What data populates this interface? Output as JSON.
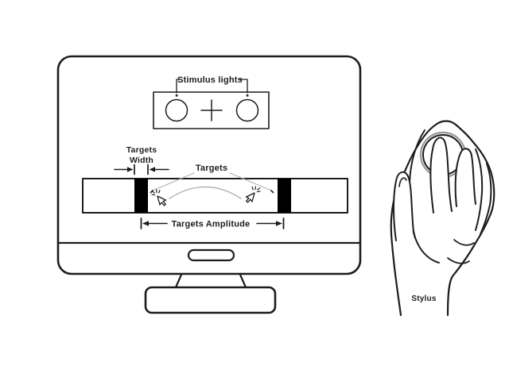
{
  "labels": {
    "stimulus_lights": "Stimulus lights",
    "targets_width_line1": "Targets",
    "targets_width_line2": "Width",
    "targets": "Targets",
    "targets_amplitude": "Targets Amplitude",
    "stylus": "Stylus"
  },
  "icons": {
    "fixation_cross_icon": "plus-cross",
    "cursor_click_left_icon": "mouse-pointer-with-click-sparks",
    "cursor_click_right_icon": "mouse-pointer-with-click-sparks",
    "stimulus_light_left_icon": "circle-light",
    "stimulus_light_right_icon": "circle-light",
    "stylus_puck_icon": "circular-stylus-top"
  },
  "colors": {
    "line": "#1d1d1d",
    "gray_leader": "#b3b3b3",
    "stylus_ring": "#9c9c9c",
    "target_fill": "#000000",
    "background": "#ffffff"
  }
}
